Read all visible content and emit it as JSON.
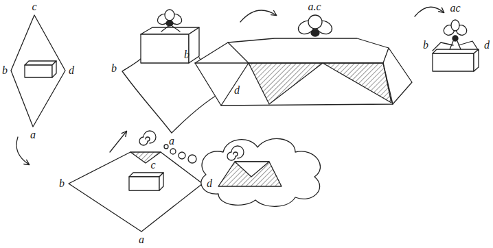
{
  "diagram": {
    "labels": [
      "c",
      "b",
      "d",
      "a",
      "b",
      "d",
      "a",
      "a.c",
      "b",
      "ac",
      "b",
      "d",
      "c",
      "b",
      "d",
      "a"
    ]
  }
}
